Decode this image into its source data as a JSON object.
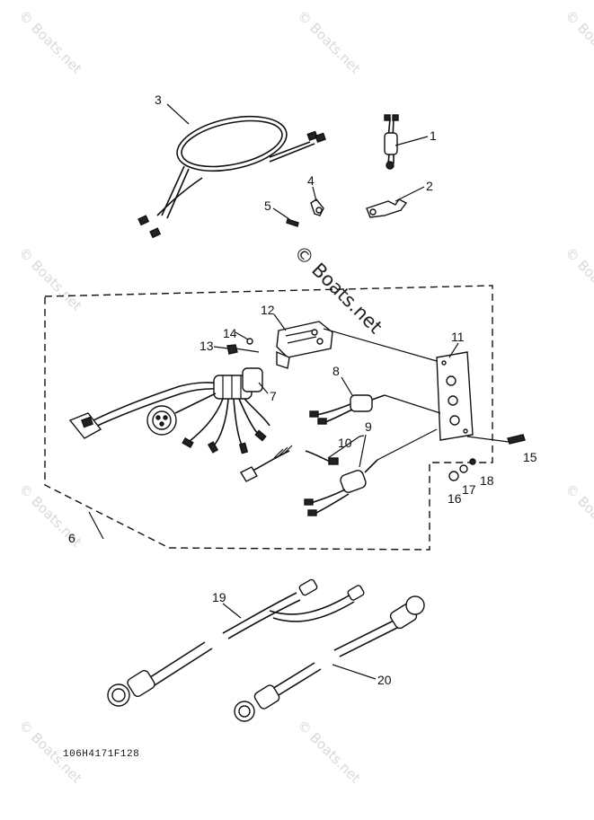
{
  "diagram_code": "106H4171F128",
  "watermark": {
    "center_text": "© Boats.net",
    "tile_text": "© Boats.net"
  },
  "callouts": [
    "1",
    "2",
    "3",
    "4",
    "5",
    "6",
    "7",
    "8",
    "9",
    "10",
    "11",
    "12",
    "13",
    "14",
    "15",
    "16",
    "17",
    "18",
    "19",
    "20"
  ]
}
